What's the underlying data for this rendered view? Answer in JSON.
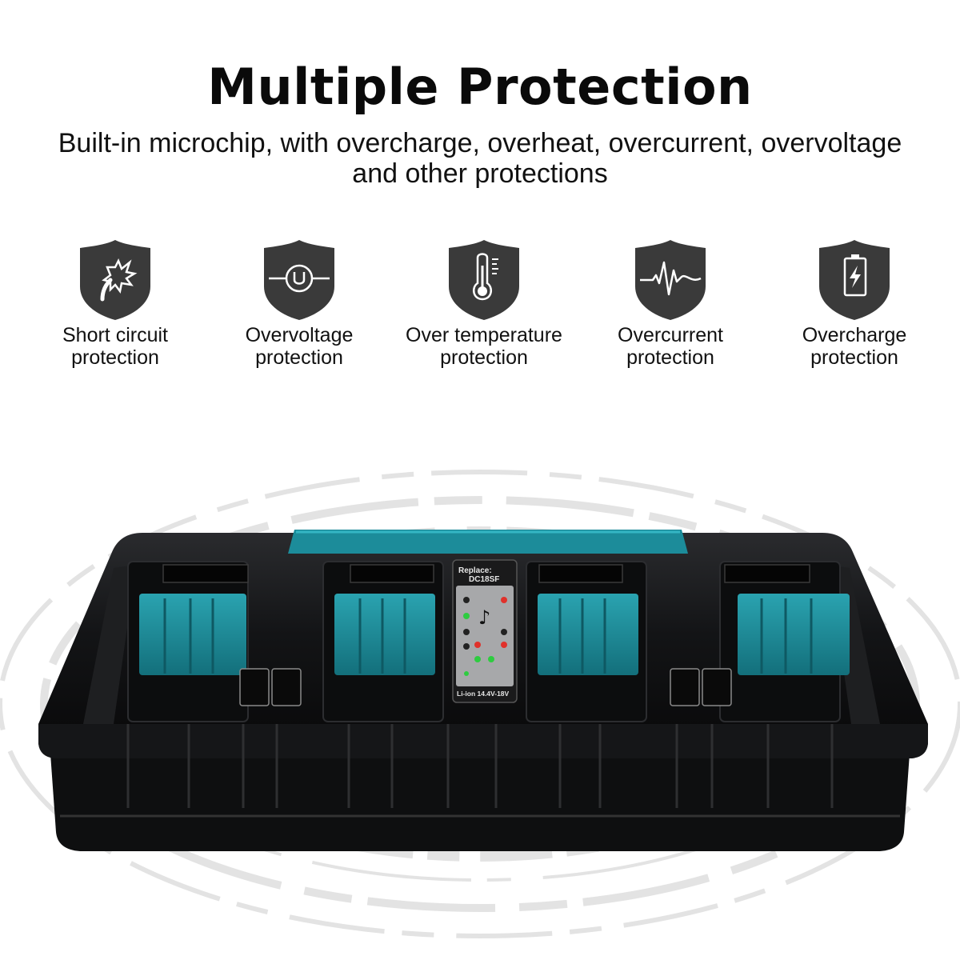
{
  "headline": "Multiple Protection",
  "subheadline": "Built-in microchip, with overcharge, overheat, overcurrent, overvoltage\nand other protections",
  "features": [
    {
      "icon": "lightning-burst-icon",
      "label": "Short circuit\nprotection"
    },
    {
      "icon": "voltage-u-icon",
      "label": "Overvoltage\nprotection"
    },
    {
      "icon": "thermometer-icon",
      "label": "Over temperature\nprotection"
    },
    {
      "icon": "pulse-wave-icon",
      "label": "Overcurrent\nprotection"
    },
    {
      "icon": "battery-bolt-icon",
      "label": "Overcharge\nprotection"
    }
  ],
  "charger": {
    "panel_title_1": "Replace:",
    "panel_title_2": "DC18SF",
    "panel_footer": "Li-ion 14.4V-18V"
  },
  "colors": {
    "badge": "#3a3a3a",
    "charger_body": "#111214",
    "battery_teal": "#1c8c9a",
    "led_green": "#2ecc40",
    "led_red": "#e0312b"
  }
}
